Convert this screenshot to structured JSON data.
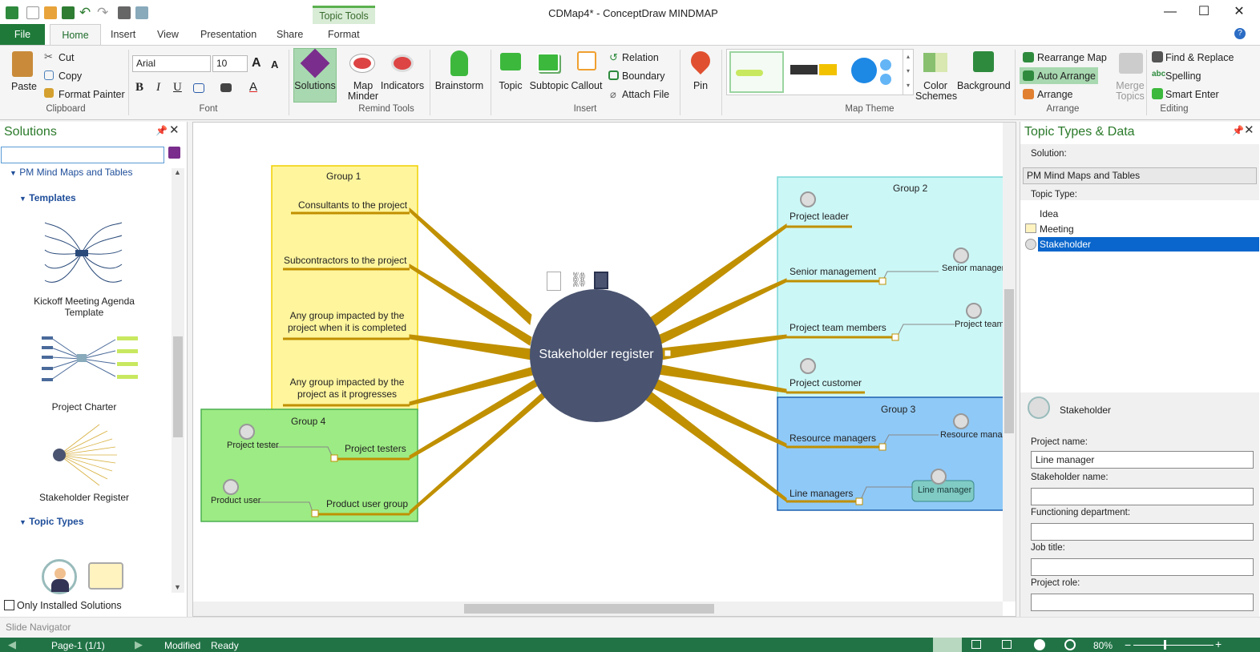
{
  "window": {
    "title": "CDMap4* - ConceptDraw MINDMAP",
    "context_tab": "Topic Tools",
    "controls": {
      "minimize": "—",
      "maximize": "☐",
      "close": "✕"
    }
  },
  "tabs": {
    "file": "File",
    "home": "Home",
    "insert": "Insert",
    "view": "View",
    "presentation": "Presentation",
    "share": "Share",
    "format": "Format",
    "help": "?"
  },
  "ribbon": {
    "clipboard": {
      "label": "Clipboard",
      "paste": "Paste",
      "cut": "Cut",
      "copy": "Copy",
      "format_painter": "Format Painter"
    },
    "font": {
      "label": "Font",
      "family": "Arial",
      "size": "10",
      "bold": "B",
      "italic": "I",
      "underline": "U",
      "grow": "A",
      "shrink": "A",
      "color": "A"
    },
    "remind": {
      "label": "Remind Tools",
      "solutions": "Solutions",
      "map_minder": "Map\nMinder",
      "indicators": "Indicators"
    },
    "brainstorm": "Brainstorm",
    "insert": {
      "label": "Insert",
      "topic": "Topic",
      "subtopic": "Subtopic",
      "callout": "Callout",
      "relation": "Relation",
      "boundary": "Boundary",
      "attach_file": "Attach  File"
    },
    "pin": "Pin",
    "theme": {
      "label": "Map Theme",
      "color_schemes": "Color\nSchemes",
      "background": "Background"
    },
    "arrange": {
      "label": "Arrange",
      "rearrange_map": "Rearrange Map",
      "auto_arrange": "Auto Arrange",
      "arrange": "Arrange",
      "merge_topics": "Merge\nTopics"
    },
    "editing": {
      "label": "Editing",
      "find_replace": "Find & Replace",
      "spelling": "Spelling",
      "smart_enter": "Smart Enter"
    }
  },
  "left_panel": {
    "title": "Solutions",
    "search_placeholder": "",
    "tree_root": "PM Mind Maps and Tables",
    "templates_header": "Templates",
    "templates": [
      {
        "name": "Kickoff Meeting Agenda\nTemplate"
      },
      {
        "name": "Project Charter"
      },
      {
        "name": "Stakeholder Register"
      }
    ],
    "topic_types_header": "Topic Types",
    "only_installed": "Only Installed Solutions"
  },
  "map": {
    "central": "Stakeholder register",
    "groups": {
      "g1": "Group 1",
      "g2": "Group 2",
      "g3": "Group 3",
      "g4": "Group 4"
    },
    "g1_topics": [
      "Consultants to the project",
      "Subcontractors to the project",
      "Any group impacted by the\nproject when it is completed",
      "Any group impacted by the\nproject as it progresses"
    ],
    "g4_topics": {
      "testers": "Project testers",
      "tester_sub": "Project tester",
      "users": "Product user group",
      "user_sub": "Product user"
    },
    "g2_topics": {
      "leader": "Project leader",
      "senior": "Senior management",
      "senior_sub": "Senior manager",
      "team": "Project team members",
      "team_sub": "Project team",
      "customer": "Project customer"
    },
    "g3_topics": {
      "resource": "Resource managers",
      "resource_sub": "Resource manag",
      "line": "Line managers",
      "line_sub": "Line manager"
    }
  },
  "right_panel": {
    "title": "Topic Types & Data",
    "solution_label": "Solution:",
    "solution_value": "PM Mind Maps and Tables",
    "topic_type_label": "Topic Type:",
    "types": [
      "Idea",
      "Meeting",
      "Stakeholder"
    ],
    "selected_type": "Stakeholder",
    "header": "Stakeholder",
    "fields": [
      {
        "label": "Project name:",
        "value": "Line manager"
      },
      {
        "label": "Stakeholder name:",
        "value": ""
      },
      {
        "label": "Functioning department:",
        "value": ""
      },
      {
        "label": "Job title:",
        "value": ""
      },
      {
        "label": "Project role:",
        "value": ""
      }
    ]
  },
  "slide_navigator": "Slide Navigator",
  "status": {
    "page": "Page-1 (1/1)",
    "modified": "Modified",
    "ready": "Ready",
    "zoom": "80%",
    "minus": "−",
    "plus": "+"
  },
  "colors": {
    "accent": "#217346",
    "group1": "#fff59d",
    "group2": "#ccf7f7",
    "group3": "#8fc9f7",
    "group4": "#9deb84",
    "branch": "#c09000",
    "central": "#4a5470"
  }
}
